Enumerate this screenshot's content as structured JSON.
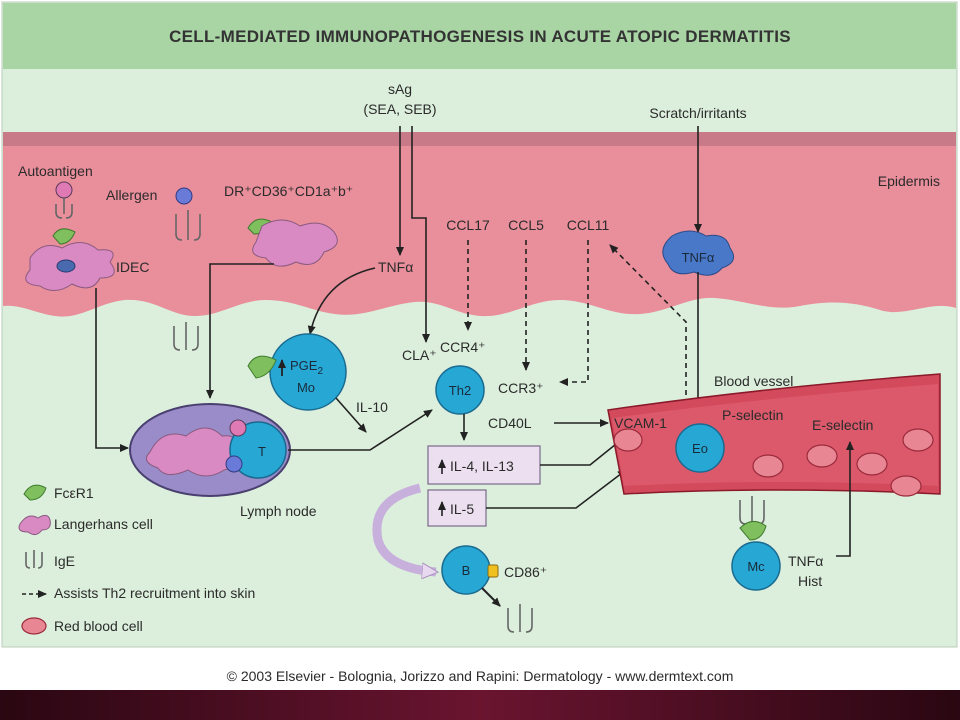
{
  "title": "CELL-MEDIATED IMMUNOPATHOGENESIS IN ACUTE ATOPIC DERMATITIS",
  "regions": {
    "epidermis": "Epidermis",
    "blood_vessel": "Blood vessel",
    "lymph_node": "Lymph node"
  },
  "top": {
    "sag_line1": "sAg",
    "sag_line2": "(SEA, SEB)",
    "scratch": "Scratch/irritants"
  },
  "epidermis": {
    "autoantigen": "Autoantigen",
    "allergen": "Allergen",
    "idec": "IDEC",
    "dr_label": "DR⁺CD36⁺CD1a⁺b⁺",
    "tnf_left": "TNFα",
    "ccl17": "CCL17",
    "ccl5": "CCL5",
    "ccl11": "CCL11",
    "tnf_right": "TNFα"
  },
  "dermis": {
    "pge2": "PGE",
    "pge2_sub": "2",
    "mo": "Mo",
    "il10": "IL-10",
    "ccr4": "CCR4⁺",
    "cla": "CLA⁺",
    "th2": "Th2",
    "ccr3": "CCR3⁺",
    "cd40l": "CD40L",
    "t_cell": "T",
    "il4_il13": "IL-4, IL-13",
    "il5": "IL-5",
    "b_cell": "B",
    "cd86": "CD86⁺",
    "vcam": "VCAM-1",
    "eo": "Eo",
    "p_selectin": "P-selectin",
    "e_selectin": "E-selectin",
    "mc": "Mc",
    "tnf_mc": "TNFα",
    "hist": "Hist"
  },
  "legend": {
    "fcer1": "FcεR1",
    "langerhans": "Langerhans cell",
    "ige": "IgE",
    "assists": "Assists Th2 recruitment into skin",
    "rbc": "Red blood cell"
  },
  "footer": "© 2003 Elsevier - Bolognia, Jorizzo and Rapini: Dermatology - www.dermtext.com",
  "colors": {
    "title_bg": "#a9d5a5",
    "dermis_bg": "#dcefdc",
    "epidermis_bg": "#e98e9b",
    "cell_blue": "#27a7d4",
    "langerhans": "#d98ac2",
    "vessel": "#d34a5c",
    "rbc": "#e98694",
    "bottom_bar": "#5a0f24"
  }
}
